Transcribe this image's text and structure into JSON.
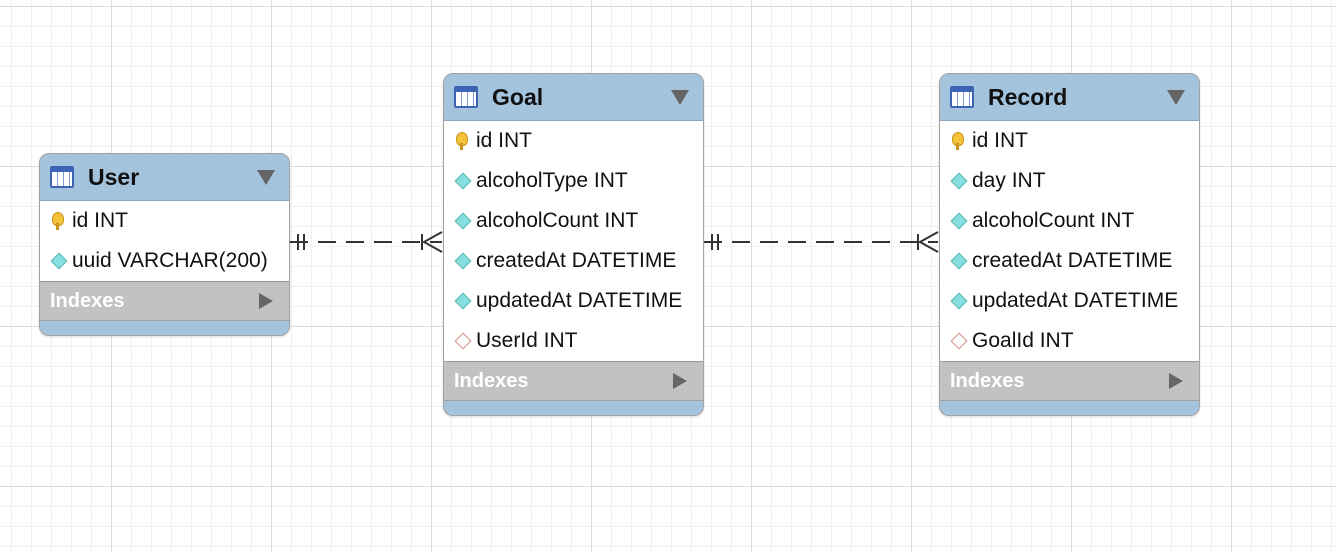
{
  "tables": [
    {
      "name": "User",
      "columns": [
        {
          "label": "id INT",
          "icon": "primary-key-icon"
        },
        {
          "label": "uuid VARCHAR(200)",
          "icon": "column-icon"
        }
      ],
      "indexes_label": "Indexes"
    },
    {
      "name": "Goal",
      "columns": [
        {
          "label": "id INT",
          "icon": "primary-key-icon"
        },
        {
          "label": "alcoholType INT",
          "icon": "column-icon"
        },
        {
          "label": "alcoholCount INT",
          "icon": "column-icon"
        },
        {
          "label": "createdAt DATETIME",
          "icon": "column-icon"
        },
        {
          "label": "updatedAt DATETIME",
          "icon": "column-icon"
        },
        {
          "label": "UserId INT",
          "icon": "foreign-key-icon"
        }
      ],
      "indexes_label": "Indexes"
    },
    {
      "name": "Record",
      "columns": [
        {
          "label": "id INT",
          "icon": "primary-key-icon"
        },
        {
          "label": "day INT",
          "icon": "column-icon"
        },
        {
          "label": "alcoholCount INT",
          "icon": "column-icon"
        },
        {
          "label": "createdAt DATETIME",
          "icon": "column-icon"
        },
        {
          "label": "updatedAt DATETIME",
          "icon": "column-icon"
        },
        {
          "label": "GoalId INT",
          "icon": "foreign-key-icon"
        }
      ],
      "indexes_label": "Indexes"
    }
  ],
  "relationships": [
    {
      "from": "User",
      "to": "Goal",
      "type": "one-to-many",
      "style": "dashed"
    },
    {
      "from": "Goal",
      "to": "Record",
      "type": "one-to-many",
      "style": "dashed"
    }
  ],
  "colors": {
    "header": "#a4c3dc",
    "indexes_bar": "#c2c2c2",
    "primary_key": "#f3c23a",
    "column": "#87dede",
    "foreign_key": "#d08c7e"
  }
}
